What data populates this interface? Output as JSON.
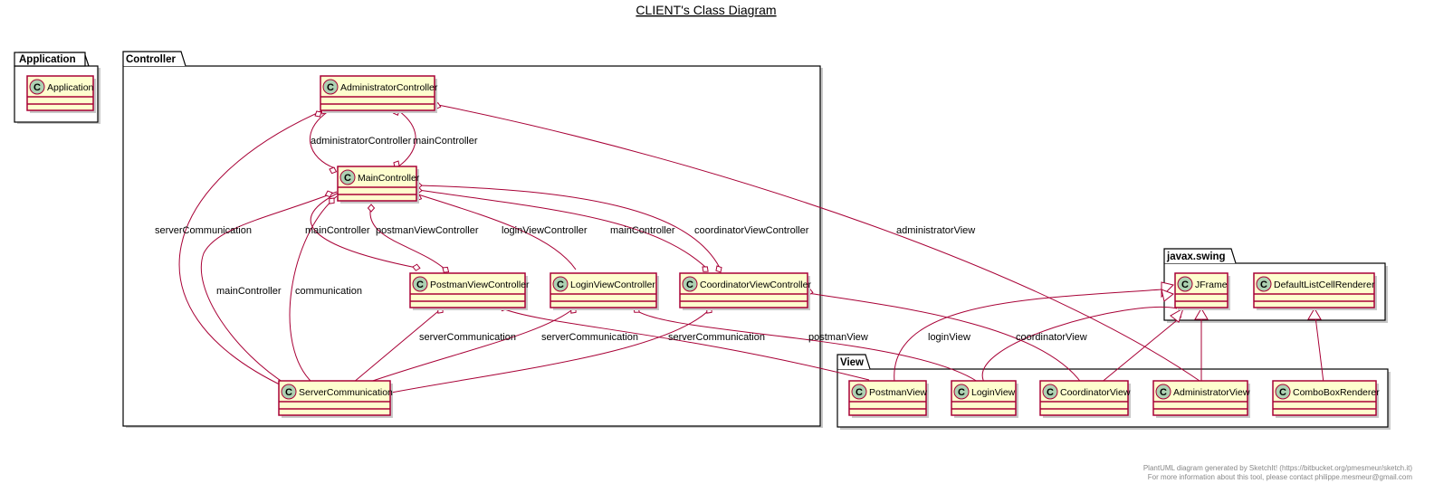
{
  "title": "CLIENT's Class Diagram",
  "footer": {
    "line1": "PlantUML diagram generated by SketchIt! (https://bitbucket.org/pmesmeur/sketch.it)",
    "line2": "For more information about this tool, please contact philippe.mesmeur@gmail.com"
  },
  "colors": {
    "class_fill": "#FEFECE",
    "class_border": "#A80036",
    "line": "#A80036",
    "circle_fill": "#ADD1B2",
    "shadow": "#c8c8c8"
  },
  "icons": {
    "class_marker": "C"
  },
  "packages": {
    "application": "Application",
    "controller": "Controller",
    "javax_swing": "javax.swing",
    "view": "View"
  },
  "classes": {
    "application": "Application",
    "administrator_controller": "AdministratorController",
    "main_controller": "MainController",
    "postman_view_controller": "PostmanViewController",
    "login_view_controller": "LoginViewController",
    "coordinator_view_controller": "CoordinatorViewController",
    "server_communication": "ServerCommunication",
    "jframe": "JFrame",
    "default_list_cell_renderer": "DefaultListCellRenderer",
    "postman_view": "PostmanView",
    "login_view": "LoginView",
    "coordinator_view": "CoordinatorView",
    "administrator_view": "AdministratorView",
    "combo_box_renderer": "ComboBoxRenderer"
  },
  "relations": {
    "administrator_controller": "administratorController",
    "main_controller_a": "mainController",
    "server_communication_admin": "serverCommunication",
    "administrator_view": "administratorView",
    "main_controller_b": "mainController",
    "postman_view_controller": "postmanViewController",
    "login_view_controller": "loginViewController",
    "main_controller_c": "mainController",
    "coordinator_view_controller": "coordinatorViewController",
    "main_controller_d": "mainController",
    "communication": "communication",
    "server_communication_postman": "serverCommunication",
    "server_communication_login": "serverCommunication",
    "server_communication_coordinator": "serverCommunication",
    "postman_view": "postmanView",
    "login_view": "loginView",
    "coordinator_view": "coordinatorView"
  }
}
